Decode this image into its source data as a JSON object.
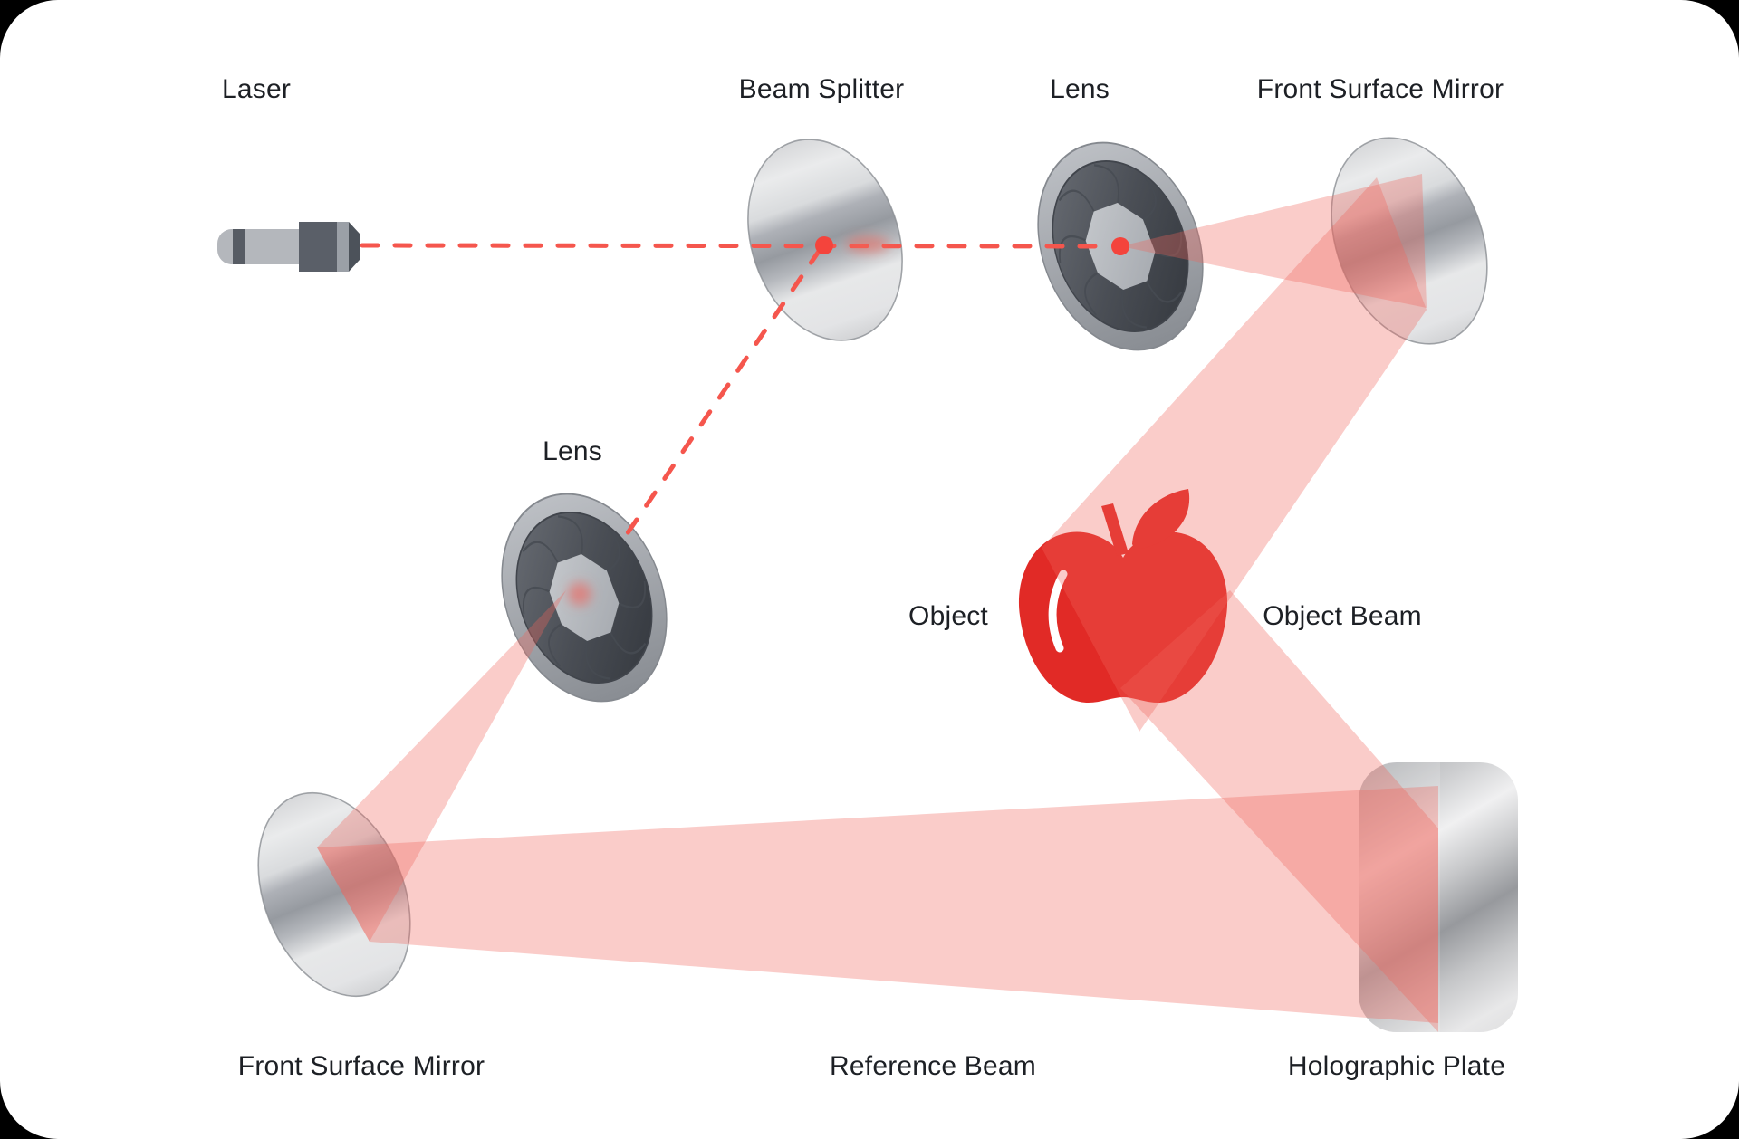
{
  "title": "Holography setup diagram",
  "labels": {
    "laser": "Laser",
    "beam_splitter": "Beam Splitter",
    "lens_top": "Lens",
    "mirror_top": "Front Surface Mirror",
    "lens_mid": "Lens",
    "object": "Object",
    "object_beam": "Object Beam",
    "mirror_bottom": "Front Surface Mirror",
    "reference_beam": "Reference Beam",
    "holographic_plate": "Holographic Plate"
  },
  "colors": {
    "surface": "#ffffff",
    "page_bg": "#000000",
    "label": "#1d2025",
    "dash_red": "#f5564d",
    "dot_red": "#f4443c",
    "beam_fill": "#f0645a",
    "beam_opacity": "0.33",
    "apple_red": "#e12a26",
    "apple_highlight": "#ffffff",
    "laser_body": "#b4b7bc",
    "laser_dark": "#575c64",
    "glass_rim": "#8b8f94"
  },
  "icons": {
    "laser-icon": "gray laser pointer emitting dashed red beam",
    "beam-splitter-icon": "tilted glass ellipse with reflective band",
    "lens-icon": "camera iris aperture disc",
    "front-surface-mirror-icon": "tilted mirror ellipse with reflective band",
    "apple-object-icon": "red apple with stem, leaf and highlight",
    "holographic-plate-icon": "rounded metallic plate",
    "laser-dashed-path-icon": "dashed red laser path with focus dots",
    "beam-icon": "translucent pink light beam polygon"
  }
}
